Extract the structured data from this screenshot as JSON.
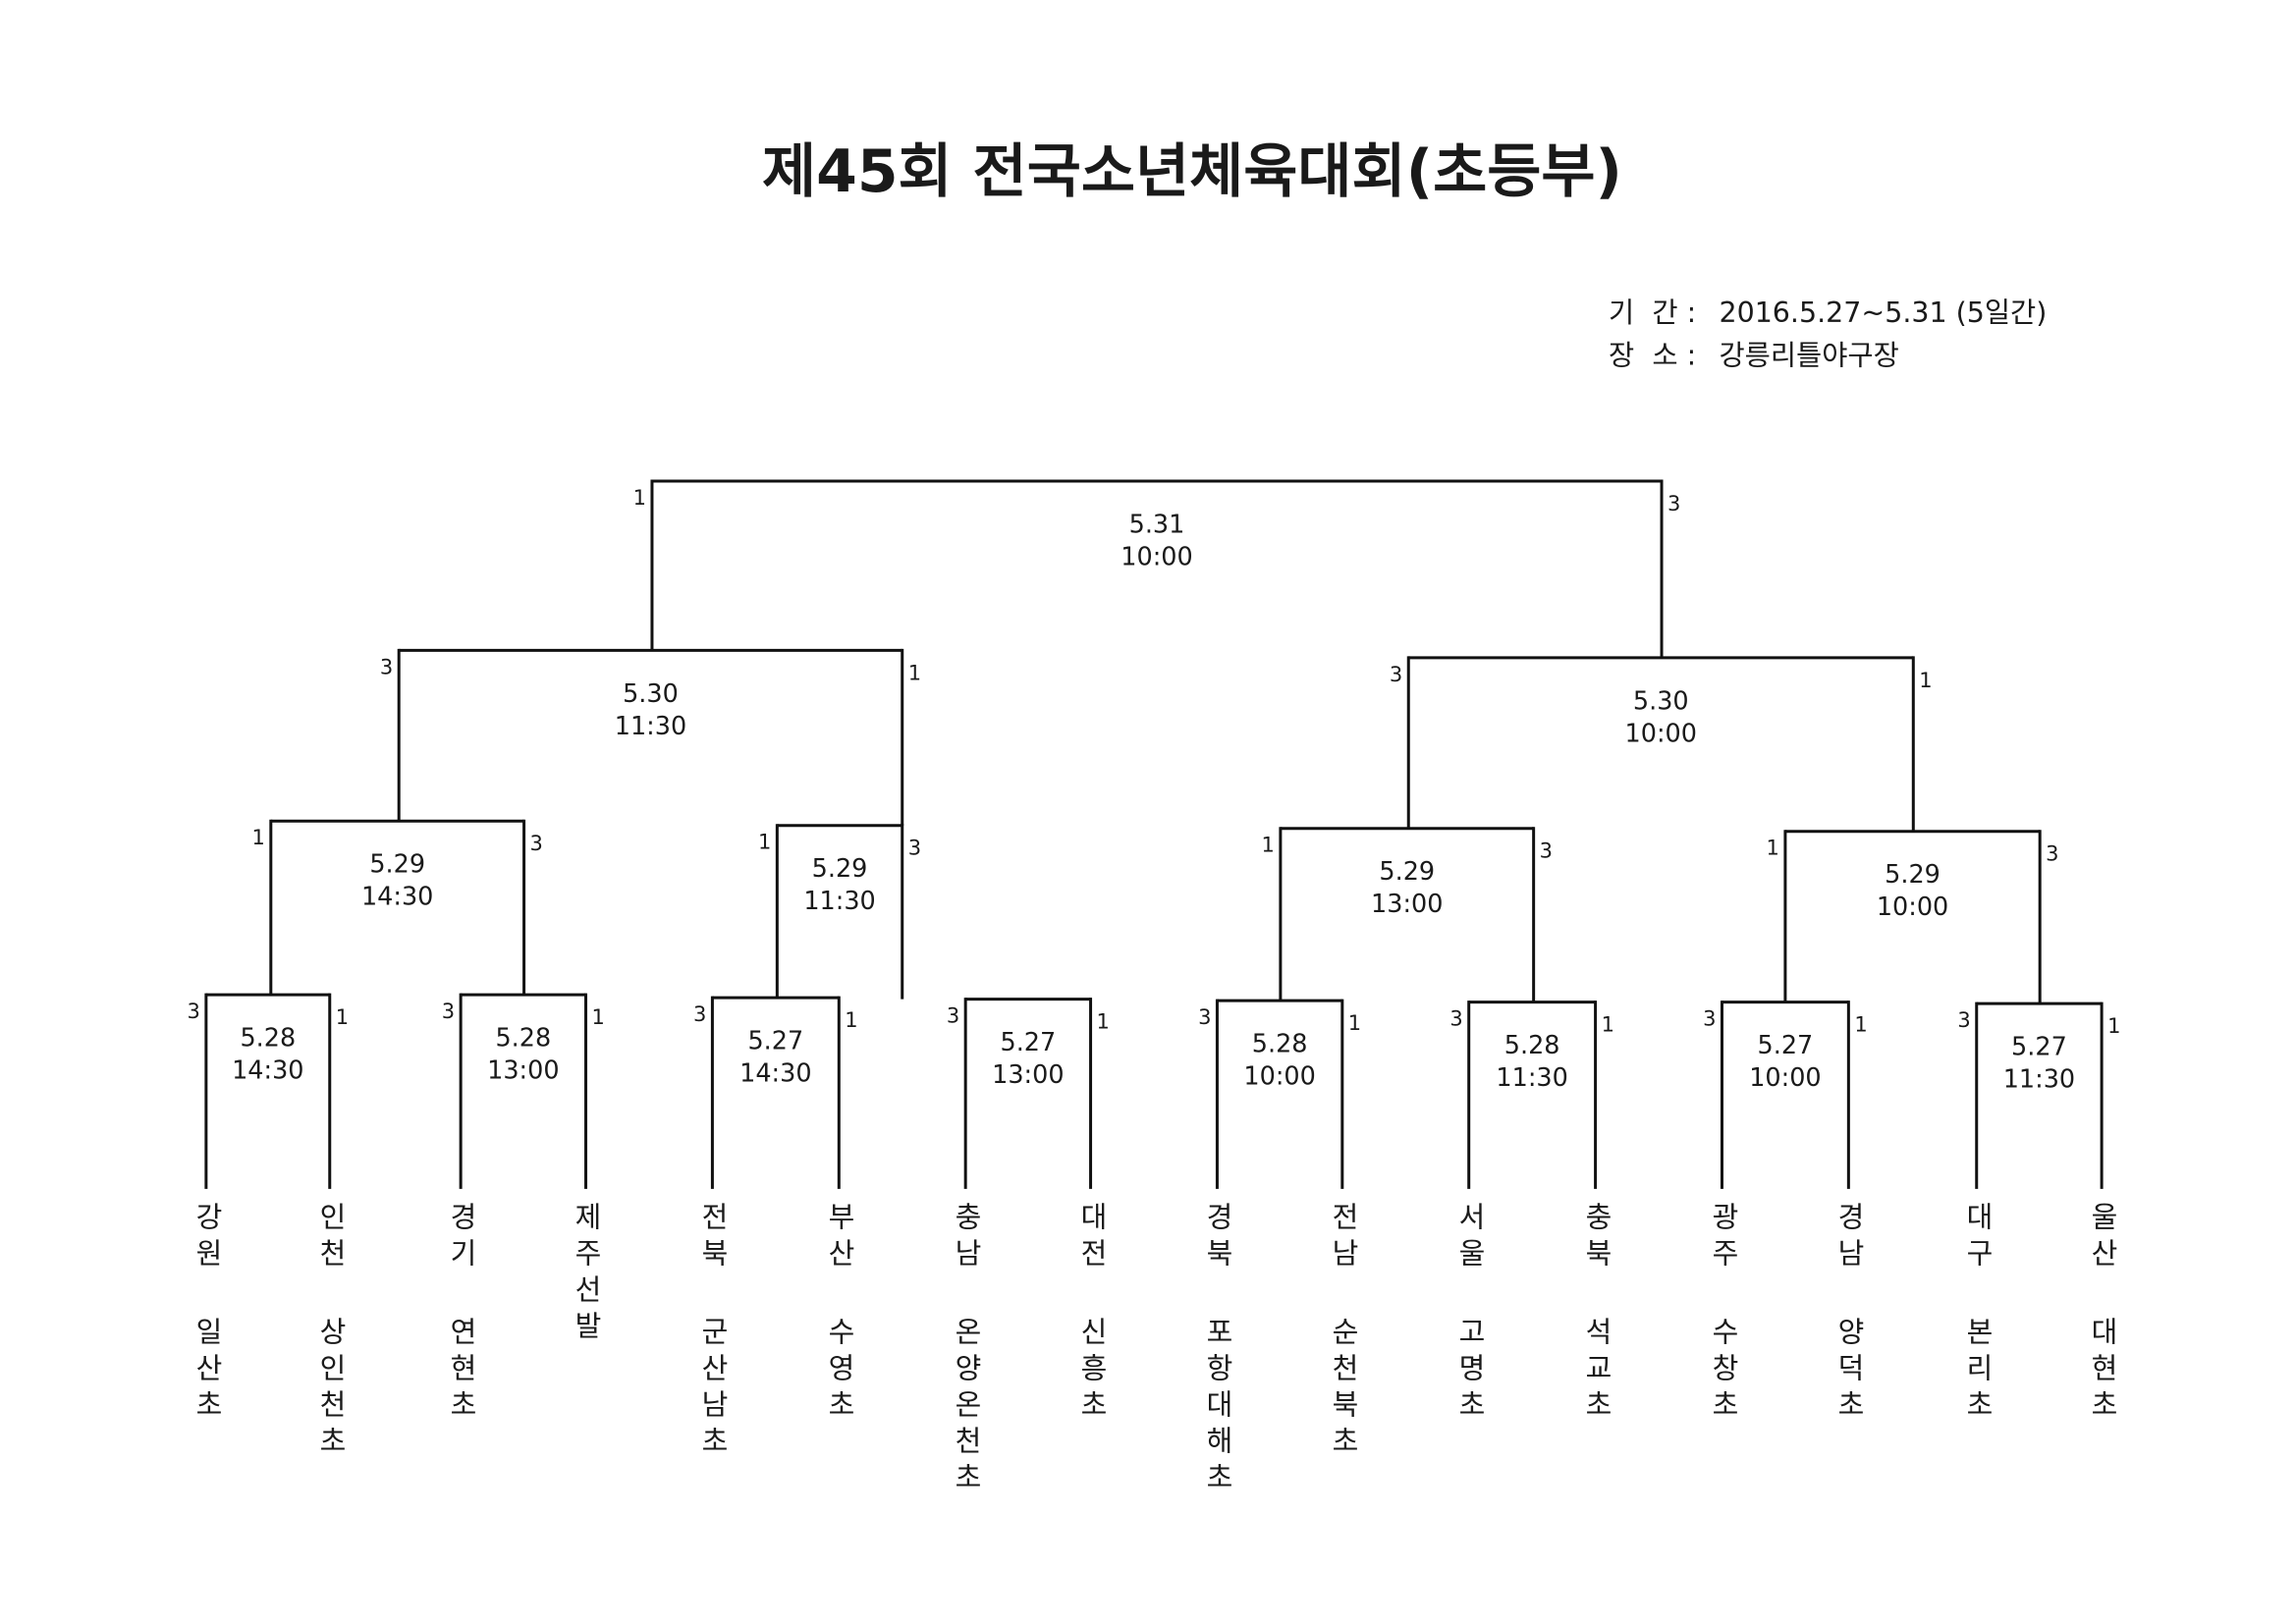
{
  "title": "제45회 전국소년체육대회(초등부)",
  "info": {
    "period_label": "기  간 :",
    "period_value": "2016.5.27~5.31 (5일간)",
    "venue_label": "장  소 :",
    "venue_value": "강릉리틀야구장"
  },
  "teams": [
    {
      "region": "강원",
      "school": "일산초"
    },
    {
      "region": "인천",
      "school": "상인천초"
    },
    {
      "region": "경기",
      "school": "연현초"
    },
    {
      "region": "제주선발",
      "school": ""
    },
    {
      "region": "전북",
      "school": "군산남초"
    },
    {
      "region": "부산",
      "school": "수영초"
    },
    {
      "region": "충남",
      "school": "온양온천초"
    },
    {
      "region": "대전",
      "school": "신흥초"
    },
    {
      "region": "경북",
      "school": "포항대해초"
    },
    {
      "region": "전남",
      "school": "순천북초"
    },
    {
      "region": "서울",
      "school": "고명초"
    },
    {
      "region": "충북",
      "school": "석교초"
    },
    {
      "region": "광주",
      "school": "수창초"
    },
    {
      "region": "경남",
      "school": "양덕초"
    },
    {
      "region": "대구",
      "school": "본리초"
    },
    {
      "region": "울산",
      "school": "대현초"
    }
  ],
  "matches": [
    {
      "round": 1,
      "date": "5.28",
      "time": "14:30",
      "score_left": "3",
      "score_right": "1"
    },
    {
      "round": 1,
      "date": "5.28",
      "time": "13:00",
      "score_left": "3",
      "score_right": "1"
    },
    {
      "round": 1,
      "date": "5.27",
      "time": "14:30",
      "score_left": "3",
      "score_right": "1"
    },
    {
      "round": 1,
      "date": "5.27",
      "time": "13:00",
      "score_left": "3",
      "score_right": "1"
    },
    {
      "round": 1,
      "date": "5.28",
      "time": "10:00",
      "score_left": "3",
      "score_right": "1"
    },
    {
      "round": 1,
      "date": "5.28",
      "time": "11:30",
      "score_left": "3",
      "score_right": "1"
    },
    {
      "round": 1,
      "date": "5.27",
      "time": "10:00",
      "score_left": "3",
      "score_right": "1"
    },
    {
      "round": 1,
      "date": "5.27",
      "time": "11:30",
      "score_left": "3",
      "score_right": "1"
    },
    {
      "round": 2,
      "date": "5.29",
      "time": "14:30",
      "score_left": "1",
      "score_right": "3"
    },
    {
      "round": 2,
      "date": "5.29",
      "time": "11:30",
      "score_left": "1",
      "score_right": "3"
    },
    {
      "round": 2,
      "date": "5.29",
      "time": "13:00",
      "score_left": "1",
      "score_right": "3"
    },
    {
      "round": 2,
      "date": "5.29",
      "time": "10:00",
      "score_left": "1",
      "score_right": "3"
    },
    {
      "round": 3,
      "date": "5.30",
      "time": "11:30",
      "score_left": "3",
      "score_right": "1"
    },
    {
      "round": 3,
      "date": "5.30",
      "time": "10:00",
      "score_left": "3",
      "score_right": "1"
    },
    {
      "round": 4,
      "date": "5.31",
      "time": "10:00",
      "score_left": "1",
      "score_right": "3"
    }
  ]
}
